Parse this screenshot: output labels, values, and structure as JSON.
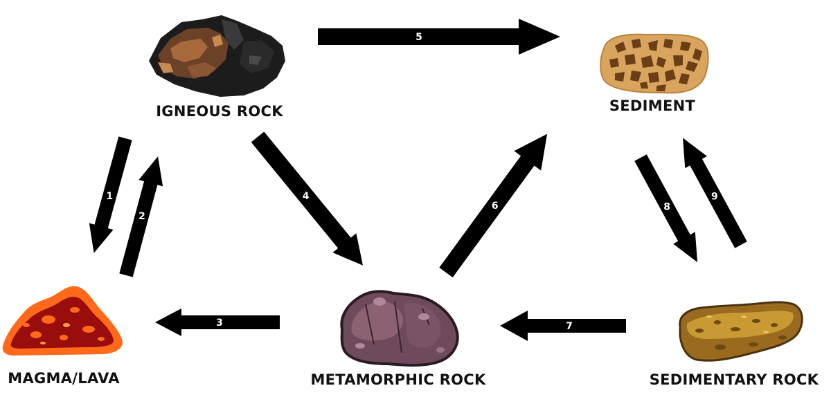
{
  "nodes": {
    "igneous": {
      "label": "IGNEOUS ROCK"
    },
    "sediment": {
      "label": "SEDIMENT"
    },
    "magma": {
      "label": "MAGMA/LAVA"
    },
    "metamorphic": {
      "label": "METAMORPHIC ROCK"
    },
    "sedimentary": {
      "label": "SEDIMENTARY ROCK"
    }
  },
  "arrows": [
    {
      "id": "1",
      "label": "1"
    },
    {
      "id": "2",
      "label": "2"
    },
    {
      "id": "3",
      "label": "3"
    },
    {
      "id": "4",
      "label": "4"
    },
    {
      "id": "5",
      "label": "5"
    },
    {
      "id": "6",
      "label": "6"
    },
    {
      "id": "7",
      "label": "7"
    },
    {
      "id": "8",
      "label": "8"
    },
    {
      "id": "9",
      "label": "9"
    }
  ],
  "colors": {
    "arrow": "#000000",
    "arrow_number": "#ffffff",
    "igneous_dark": "#1c1c1c",
    "igneous_brown": "#7a4a2c",
    "sediment_fill": "#d9a45e",
    "sediment_spots": "#6b3f16",
    "magma_outer": "#ff6a1a",
    "magma_inner": "#9a0d0d",
    "metamorphic_fill": "#6e4a5c",
    "sedimentary_fill": "#9a6a1e"
  }
}
